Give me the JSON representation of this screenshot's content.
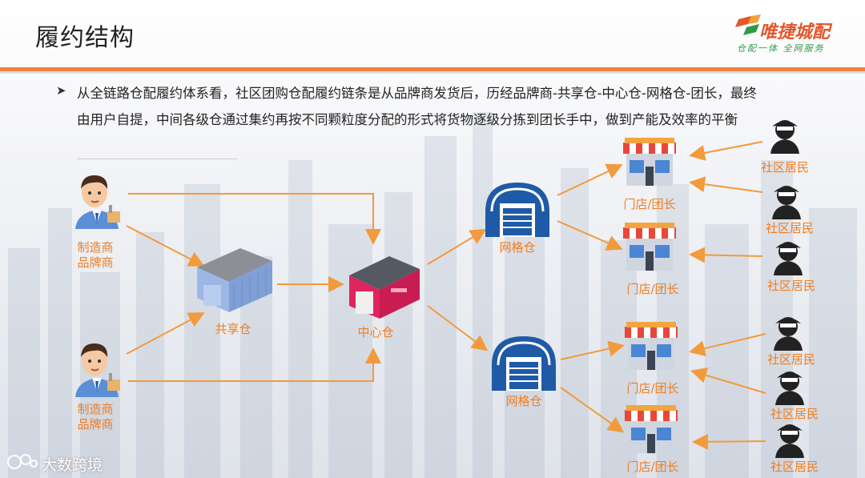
{
  "title": "履约结构",
  "logo": {
    "name": "唯捷城配",
    "tagline": "仓配一体 全网服务"
  },
  "intro": "从全链路仓配履约体系看，社区团购仓配履约链条是从品牌商发货后，历经品牌商-共享仓-中心仓-网格仓-团长，最终由用户自提，中间各级仓通过集约再按不同颗粒度分配的形式将货物逐级分拣到团长手中，做到产能及效率的平衡",
  "nodes": {
    "brand_1": "制造商\n品牌商",
    "brand_2": "制造商\n品牌商",
    "shared_wh": "共享仓",
    "central_wh": "中心仓",
    "grid_wh_1": "网格仓",
    "grid_wh_2": "网格仓",
    "store_1": "门店/团长",
    "store_2": "门店/团长",
    "store_3": "门店/团长",
    "store_4": "门店/团长",
    "resident_1": "社区居民",
    "resident_2": "社区居民",
    "resident_3": "社区居民",
    "resident_4": "社区居民",
    "resident_5": "社区居民",
    "resident_6": "社区居民"
  },
  "watermark": "大数跨境",
  "colors": {
    "accent": "#f0843a",
    "label": "#ef7d22",
    "arrow": "#f29a3c",
    "grid_wh": "#1f5aa6",
    "shared_wh": "#7f9fd6",
    "central_wh": "#e0245e"
  }
}
